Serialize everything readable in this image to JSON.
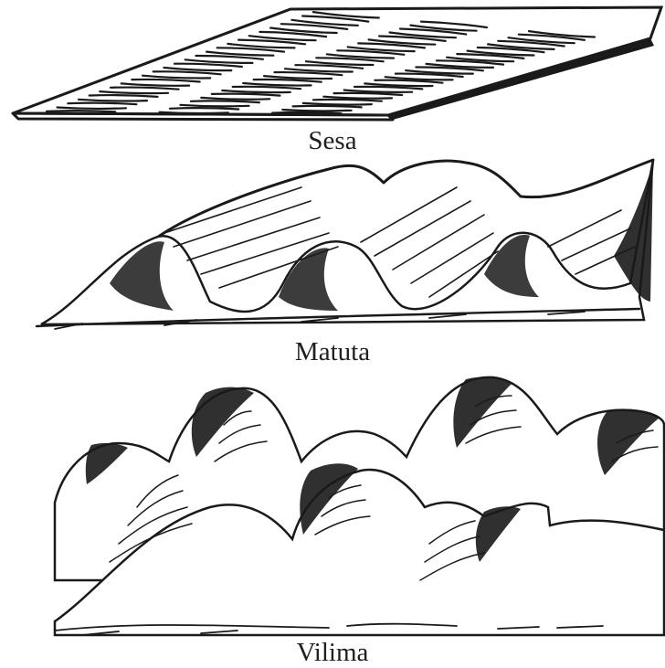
{
  "labels": {
    "sesa": "Sesa",
    "matuta": "Matuta",
    "vilima": "Vilima"
  },
  "colors": {
    "ink": "#1a1a1a",
    "paper": "#ffffff"
  }
}
